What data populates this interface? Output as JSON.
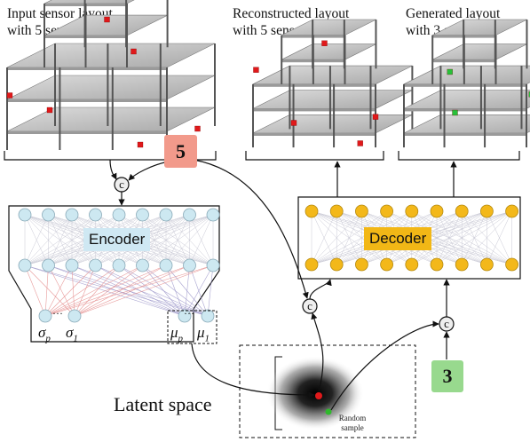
{
  "titles": {
    "input": [
      "Input sensor layout",
      "with 5 sensors"
    ],
    "reconstructed": [
      "Reconstructed layout",
      "with 5 sensors"
    ],
    "generated": [
      "Generated layout",
      "with 3 sensors"
    ]
  },
  "encoder": {
    "label": "Encoder",
    "label_bg": "#cfe8f3",
    "node_color": "#cde8f1"
  },
  "decoder": {
    "label": "Decoder",
    "label_bg": "#f2b716",
    "node_color": "#f3b81a"
  },
  "badges": {
    "five": {
      "label": "5",
      "color": "#f29a8b"
    },
    "three": {
      "label": "3",
      "color": "#98d98e"
    }
  },
  "concat_symbol": "c",
  "latent_space_label": "Latent space",
  "random_sample_label": [
    "Random",
    "sample"
  ],
  "symbols": {
    "sigma_p": {
      "base": "σ",
      "sub": "p"
    },
    "sigma_1": {
      "base": "σ",
      "sub": "1"
    },
    "mu_p": {
      "base": "μ",
      "sub": "p"
    },
    "mu_1": {
      "base": "μ",
      "sub": "1"
    },
    "dots": "···"
  },
  "colors": {
    "input_sensor": "#e0191b",
    "generated_sensor": "#27c13a",
    "latent_point": "#e0191b",
    "random_point": "#2fb92c"
  }
}
